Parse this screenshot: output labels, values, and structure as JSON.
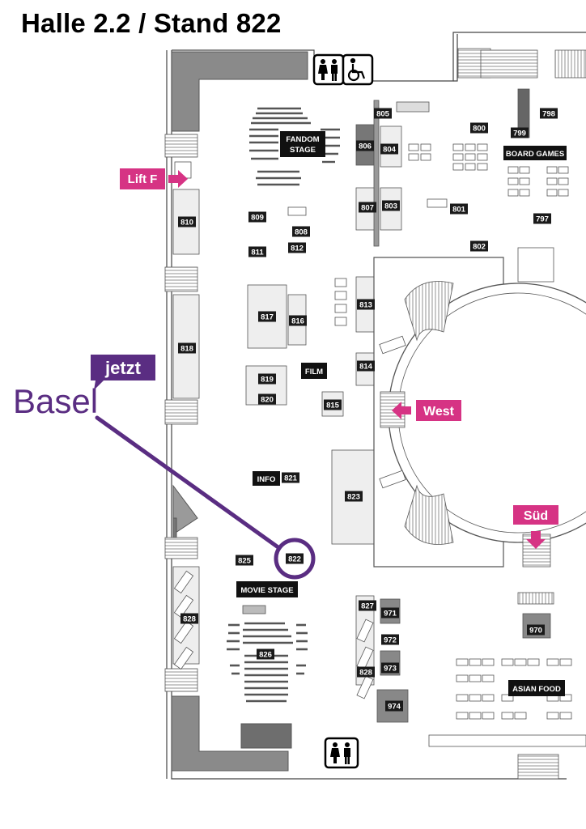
{
  "title": "Halle 2.2 / Stand 822",
  "brand": {
    "top": "jetzt",
    "bottom": "Basel",
    "color": "#5a2d82"
  },
  "accent_color": "#d63384",
  "arrows": {
    "lift": "Lift F",
    "west": "West",
    "sued": "Süd"
  },
  "areas": {
    "fandom_stage": [
      "FANDOM",
      "STAGE"
    ],
    "board_games": "BOARD GAMES",
    "film": "FILM",
    "info": "INFO",
    "movie_stage": "MOVIE STAGE",
    "asian_food": "ASIAN FOOD"
  },
  "stands": {
    "s797": "797",
    "s798": "798",
    "s799": "799",
    "s800": "800",
    "s801": "801",
    "s802": "802",
    "s803": "803",
    "s804": "804",
    "s805": "805",
    "s806": "806",
    "s807": "807",
    "s808": "808",
    "s809": "809",
    "s810": "810",
    "s811": "811",
    "s812": "812",
    "s813": "813",
    "s814": "814",
    "s815": "815",
    "s816": "816",
    "s817": "817",
    "s818": "818",
    "s819": "819",
    "s820": "820",
    "s821": "821",
    "s822": "822",
    "s823": "823",
    "s825": "825",
    "s826": "826",
    "s827": "827",
    "s828a": "828",
    "s828b": "828",
    "s970": "970",
    "s971": "971",
    "s972": "972",
    "s973": "973",
    "s974": "974"
  },
  "icons": [
    "restroom-icon",
    "wheelchair-icon",
    "arrow-right-icon",
    "arrow-left-icon",
    "arrow-down-icon"
  ]
}
